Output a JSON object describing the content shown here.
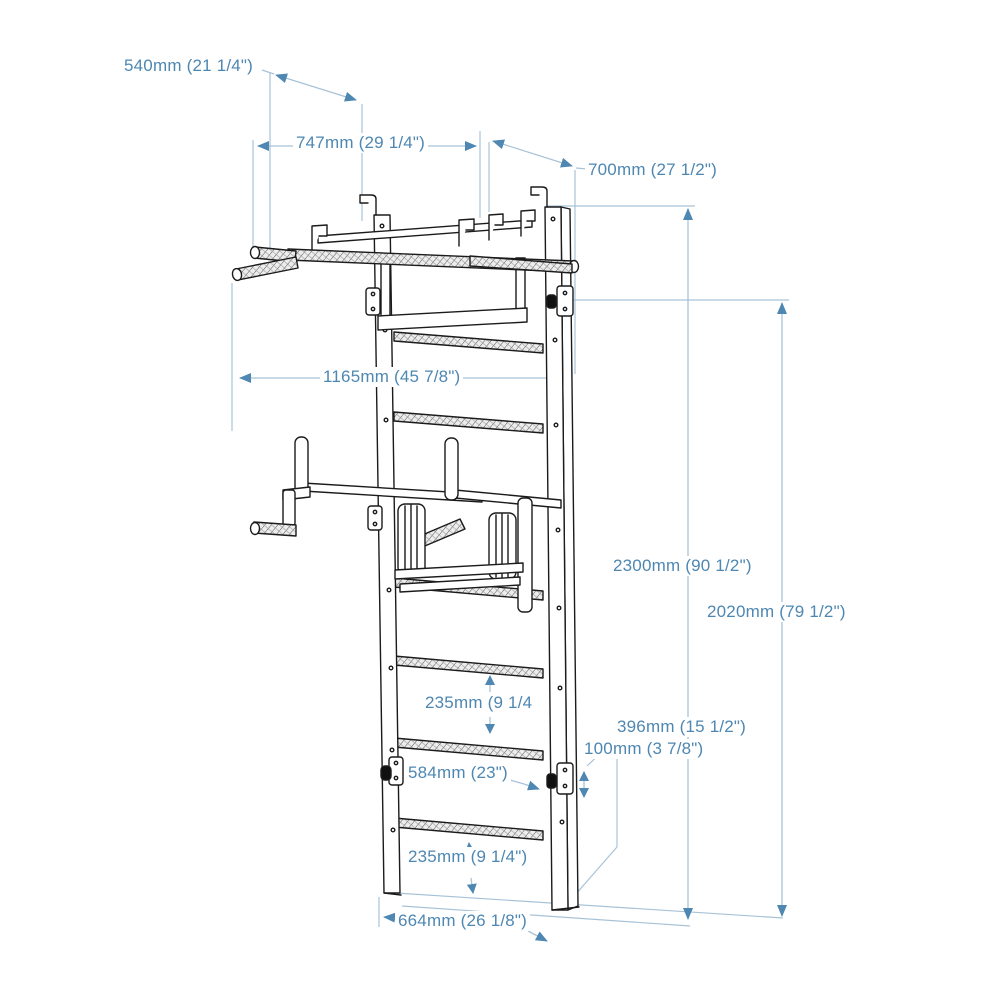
{
  "diagram": {
    "title": "wall-bars-dimension-drawing",
    "subject": "wall-mounted gymnastic ladder with pull-up bar and dip station",
    "background": "#ffffff"
  },
  "colors": {
    "artwork_line": "#1b1b1b",
    "dimension_line": "#a8c3d8",
    "dimension_arrow": "#4d87b2",
    "dimension_text": "#4e87b2",
    "knurl_fill": "#e9e9e9"
  },
  "annotations": [
    {
      "id": "dim-540",
      "text": "540mm (21 1/4\")"
    },
    {
      "id": "dim-747",
      "text": "747mm (29 1/4\")"
    },
    {
      "id": "dim-700",
      "text": "700mm (27 1/2\")"
    },
    {
      "id": "dim-1165",
      "text": "1165mm (45 7/8\")"
    },
    {
      "id": "dim-2300",
      "text": "2300mm (90 1/2\")"
    },
    {
      "id": "dim-2020",
      "text": "2020mm (79 1/2\")"
    },
    {
      "id": "dim-235-a",
      "text": "235mm (9 1/4"
    },
    {
      "id": "dim-396",
      "text": "396mm (15 1/2\")"
    },
    {
      "id": "dim-100",
      "text": "100mm (3 7/8\")"
    },
    {
      "id": "dim-584",
      "text": "584mm (23\")"
    },
    {
      "id": "dim-235-b",
      "text": "235mm (9 1/4\")"
    },
    {
      "id": "dim-664",
      "text": "664mm (26 1/8\")"
    }
  ]
}
